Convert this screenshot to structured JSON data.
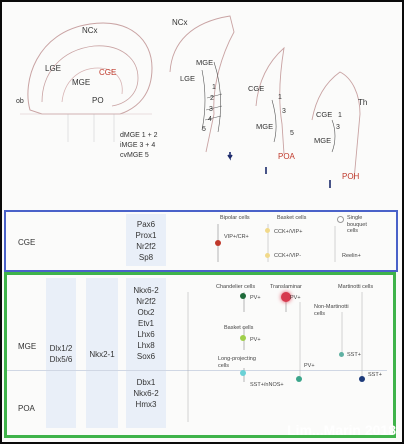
{
  "top_panel": {
    "sagittal_labels": {
      "ncx": "NCx",
      "lge": "LGE",
      "mge": "MGE",
      "cge": "CGE",
      "po": "PO",
      "ob": "ob"
    },
    "coronal1_labels": {
      "ncx": "NCx",
      "lge": "LGE",
      "mge": "MGE",
      "n1": "1",
      "n2": "2",
      "n3": "3",
      "n4": "4",
      "n5": "5"
    },
    "coronal2_labels": {
      "cge": "CGE",
      "mge": "MGE",
      "poa": "POA",
      "n1": "1",
      "n3": "3",
      "n5": "5"
    },
    "coronal3_labels": {
      "cge": "CGE",
      "mge": "MGE",
      "th": "Th",
      "poh": "POH",
      "n1": "1",
      "n3": "3"
    },
    "legend": [
      "dMGE  1 + 2",
      "iMGE  3 + 4",
      "cvMGE  5"
    ]
  },
  "cge_panel": {
    "region": "CGE",
    "genes": [
      "Pax6",
      "Prox1",
      "Nr2f2",
      "Sp8"
    ],
    "cells": {
      "bipolar_title": "Bipolar cells",
      "bipolar_marker": "VIP+/CR+",
      "basket_title": "Basket cells",
      "basket_marker1": "CCK+/VIP+",
      "basket_marker2": "CCK+/VIP-",
      "single_title": "Single\nbouquet\ncells",
      "reelin": "Reelin+"
    }
  },
  "mge_panel": {
    "region_mge": "MGE",
    "region_poa": "POA",
    "col1_genes": [
      "Dlx1/2",
      "Dlx5/6"
    ],
    "col2_genes": [
      "Nkx2-1"
    ],
    "mge_genes": [
      "Nkx6-2",
      "Nr2f2",
      "Otx2",
      "Etv1",
      "Lhx6",
      "Lhx8",
      "Sox6"
    ],
    "poa_genes": [
      "Dbx1",
      "Nkx6-2",
      "Hmx3"
    ],
    "cells": {
      "chandelier_title": "Chandelier cells",
      "chandelier_marker": "PV+",
      "translaminar_title": "Translaminar",
      "translaminar_marker": "PV+",
      "martinotti_title": "Martinotti cells",
      "nonmartinotti_title": "Non-Martinotti\ncells",
      "sst_marker": "SST+",
      "basket_title": "Basket cells",
      "basket_marker": "PV+",
      "long_title": "Long-projecting\ncells",
      "long_marker": "SST+/nNOS+",
      "pv_low": "PV+",
      "sst_right": "SST+"
    }
  },
  "credit": "Lim...Marin 2018",
  "colors": {
    "cge_border": "#4a62c9",
    "mge_border": "#3fb34a",
    "accent_red": "#c0392b",
    "band": "#e9eff8"
  }
}
